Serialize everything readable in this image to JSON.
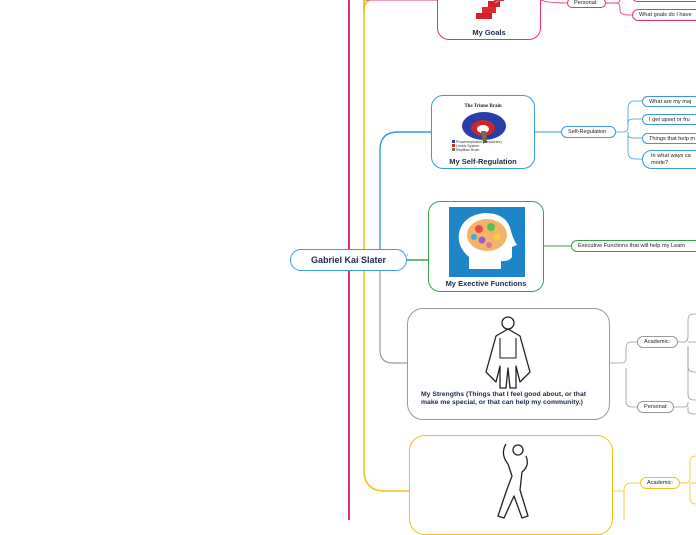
{
  "root": {
    "label": "Gabriel Kai Slater"
  },
  "topics": {
    "goals": {
      "title": "My Goals",
      "color": "#e2336b"
    },
    "self_regulation": {
      "title": "My Self-Regulation",
      "color": "#3a9ad9",
      "image_title": "The Triune Brain",
      "image_legend": [
        "Prosencephalon (Neocortex)",
        "Limbic System",
        "Reptilian Brain"
      ]
    },
    "executive": {
      "title": "My Exective Functions",
      "color": "#3aa04a"
    },
    "strengths": {
      "title": "My Strengths (Things that I feel good about, or that make me special, or that can help my community.)",
      "color": "#9a9a9a"
    },
    "bottom": {
      "color": "#f2c21a"
    }
  },
  "subtopics": {
    "goals_personal": "Personal:",
    "goals_q": "What goals do I have",
    "self_reg": "Self-Regulation",
    "self_reg_items": [
      "What are my maj",
      "I get upset or fru",
      "Things that help m",
      "In what ways ca mode?"
    ],
    "exec_item": "Executive Functions that will help my Learn",
    "strengths_academic": "Academic:",
    "strengths_personal": "Personal:",
    "bottom_academic": "Academic:"
  }
}
